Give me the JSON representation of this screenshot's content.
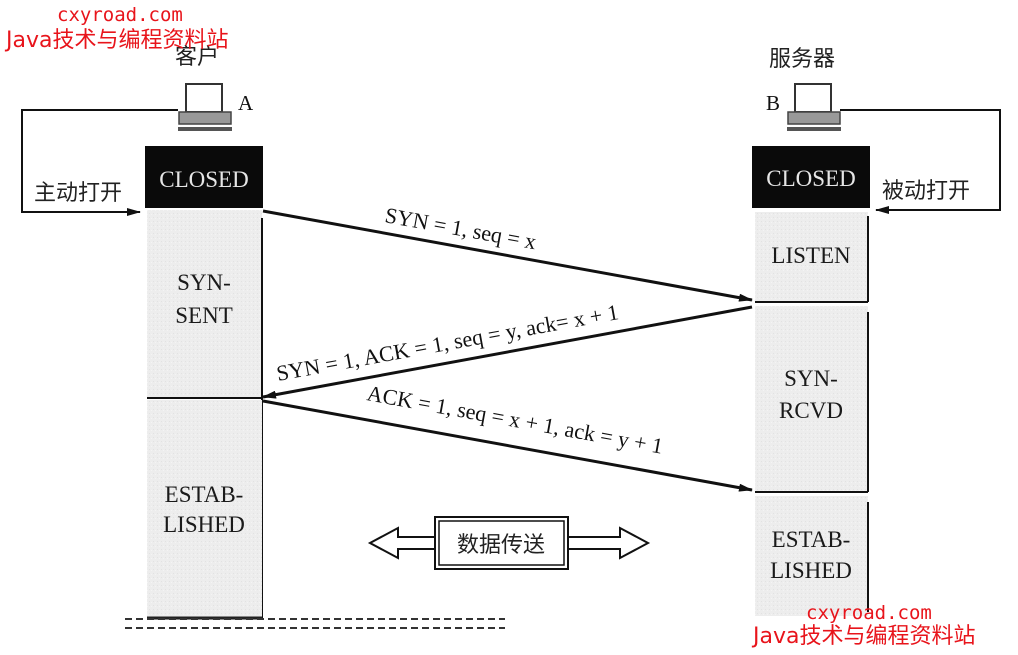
{
  "watermark": {
    "site": "cxyroad.com",
    "slogan": "Java技术与编程资料站",
    "color": "#e8141b"
  },
  "client": {
    "title": "客户",
    "label": "A",
    "active_open": "主动打开",
    "states": [
      "CLOSED",
      "SYN-",
      "SENT",
      "ESTAB-",
      "LISHED"
    ]
  },
  "server": {
    "title": "服务器",
    "label": "B",
    "passive_open": "被动打开",
    "states": [
      "CLOSED",
      "LISTEN",
      "SYN-",
      "RCVD",
      "ESTAB-",
      "LISHED"
    ]
  },
  "messages": [
    {
      "label": "SYN = 1, seq = x",
      "direction": "A→B"
    },
    {
      "label": "SYN = 1, ACK = 1, seq = y, ack= x + 1",
      "direction": "B→A"
    },
    {
      "label": "ACK = 1, seq = x + 1, ack = y + 1",
      "direction": "A→B"
    }
  ],
  "data_transfer": "数据传送"
}
